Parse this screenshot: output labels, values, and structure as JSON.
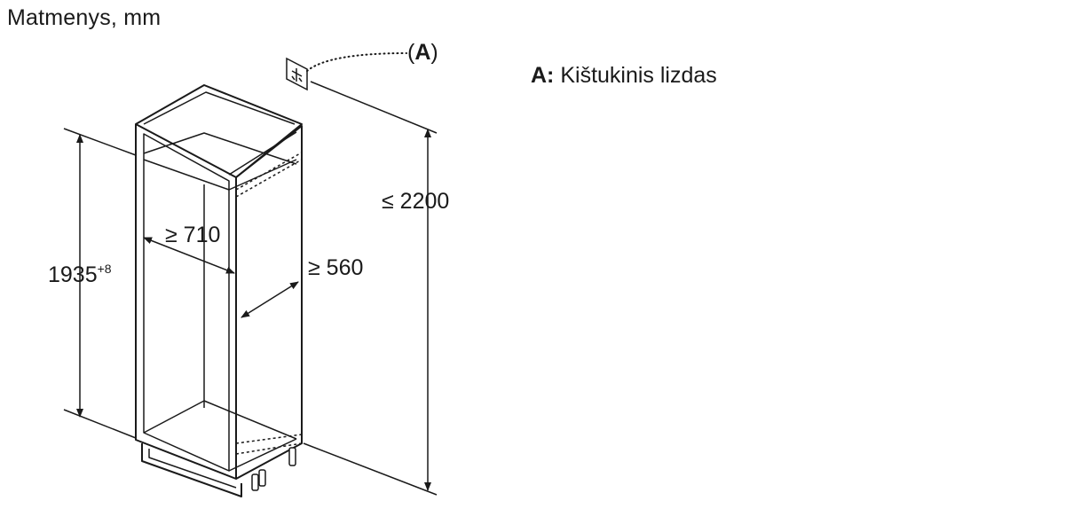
{
  "caption": "Matmenys, mm",
  "legend": {
    "key": "A:",
    "text": "Kištukinis lizdas"
  },
  "callout": {
    "open": "(",
    "letter": "A",
    "close": ")"
  },
  "dimensions": {
    "niche_height": "1935",
    "niche_height_tolerance": "+8",
    "max_height": "≤ 2200",
    "min_width": "≥ 560",
    "min_depth": "≥ 710"
  },
  "colors": {
    "line": "#1a1a1a",
    "background": "#ffffff"
  },
  "icons": [
    "socket-outlet-icon"
  ]
}
